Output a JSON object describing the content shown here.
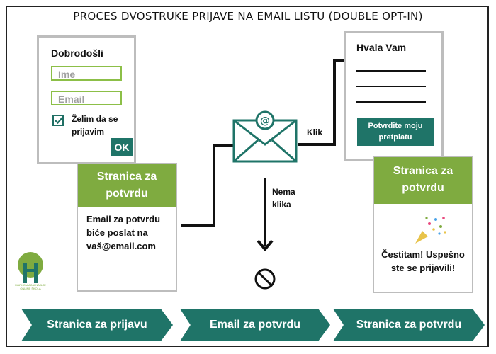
{
  "title": "PROCES DVOSTRUKE PRIJAVE NA EMAIL LISTU (DOUBLE OPT-IN)",
  "signup_form": {
    "heading": "Dobrodošli",
    "name_placeholder": "Ime",
    "email_placeholder": "Email",
    "checkbox_label": "Želim da se prijavim",
    "submit_label": "OK"
  },
  "confirmation_page": {
    "header": "Stranica za potvrdu",
    "message": "Email za potvrdu biće poslat na vaš@email.com"
  },
  "email": {
    "click_label": "Klik",
    "no_click_label": "Nema klika"
  },
  "thank_you_page": {
    "heading": "Hvala Vam",
    "button_label": "Potvrdite moju pretplatu"
  },
  "success_page": {
    "header": "Stranica za potvrdu",
    "message": "Čestitam! Uspešno ste se prijavili!"
  },
  "steps": [
    "Stranica za prijavu",
    "Email za potvrdu",
    "Stranica za potvrdu"
  ],
  "logo_text": "MARKOVANNA NAJLJE ONLINE ŠKOLA",
  "colors": {
    "teal": "#1f7468",
    "green": "#7fab40",
    "field_border": "#8cbf47",
    "box_border": "#bdbdbd"
  },
  "icons": [
    "email-envelope-icon",
    "prohibited-icon",
    "party-popper-icon",
    "checkbox-checked-icon",
    "tree-logo-icon"
  ]
}
